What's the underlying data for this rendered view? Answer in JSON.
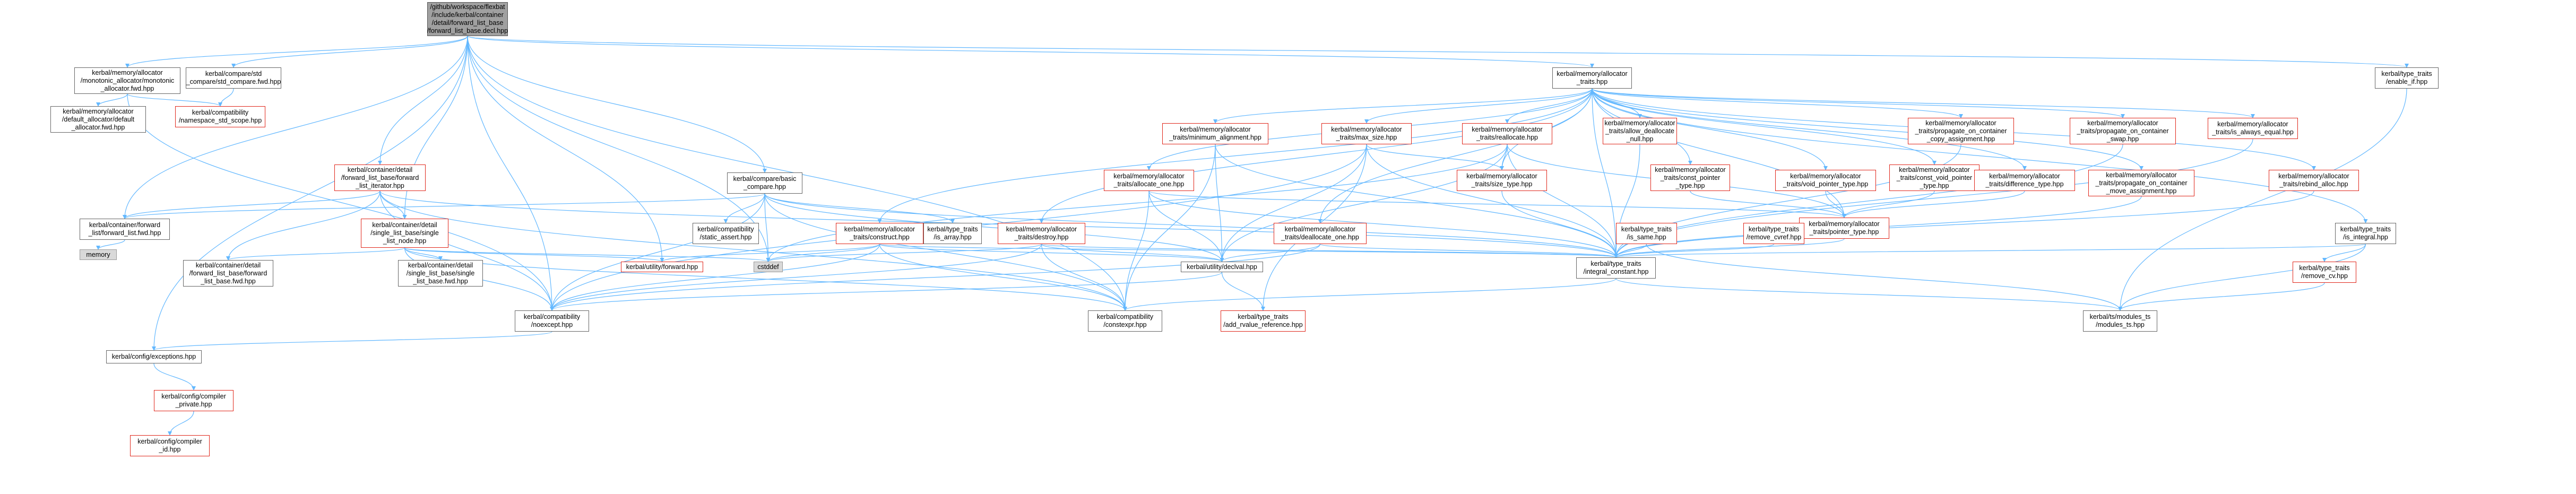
{
  "colors": {
    "edge": "#63b8ff",
    "node_border": "#666666",
    "node_border_red": "#e0271b",
    "node_fill_grey": "#d9d9d9",
    "node_fill_root": "#a0a0a0"
  },
  "graph": {
    "nodes": [
      {
        "id": "root",
        "label": "/github/workspace/flexbat\n/include/kerbal/container\n/detail/forward_list_base\n/forward_list_base.decl.hpp",
        "style": "root"
      },
      {
        "id": "mono_fwd",
        "label": "kerbal/memory/allocator\n/monotonic_allocator/monotonic\n_allocator.fwd.hpp",
        "style": "normal"
      },
      {
        "id": "std_compare",
        "label": "kerbal/compare/std\n_compare/std_compare.fwd.hpp",
        "style": "normal"
      },
      {
        "id": "def_alloc",
        "label": "kerbal/memory/allocator\n/default_allocator/default\n_allocator.fwd.hpp",
        "style": "normal"
      },
      {
        "id": "ns_std_scope",
        "label": "kerbal/compatibility\n/namespace_std_scope.hpp",
        "style": "red"
      },
      {
        "id": "fl_iter",
        "label": "kerbal/container/detail\n/forward_list_base/forward\n_list_iterator.hpp",
        "style": "red"
      },
      {
        "id": "basic_compare",
        "label": "kerbal/compare/basic\n_compare.hpp",
        "style": "normal"
      },
      {
        "id": "alloc_traits",
        "label": "kerbal/memory/allocator\n_traits.hpp",
        "style": "normal"
      },
      {
        "id": "enable_if",
        "label": "kerbal/type_traits\n/enable_if.hpp",
        "style": "normal"
      },
      {
        "id": "min_align",
        "label": "kerbal/memory/allocator\n_traits/minimum_alignment.hpp",
        "style": "red"
      },
      {
        "id": "max_size",
        "label": "kerbal/memory/allocator\n_traits/max_size.hpp",
        "style": "red"
      },
      {
        "id": "reallocate",
        "label": "kerbal/memory/allocator\n_traits/reallocate.hpp",
        "style": "red"
      },
      {
        "id": "allow_dealloc_null",
        "label": "kerbal/memory/allocator\n_traits/allow_deallocate\n_null.hpp",
        "style": "red"
      },
      {
        "id": "prop_copy",
        "label": "kerbal/memory/allocator\n_traits/propagate_on_container\n_copy_assignment.hpp",
        "style": "red"
      },
      {
        "id": "prop_swap",
        "label": "kerbal/memory/allocator\n_traits/propagate_on_container\n_swap.hpp",
        "style": "red"
      },
      {
        "id": "is_always_equal",
        "label": "kerbal/memory/allocator\n_traits/is_always_equal.hpp",
        "style": "red"
      },
      {
        "id": "alloc_one",
        "label": "kerbal/memory/allocator\n_traits/allocate_one.hpp",
        "style": "red"
      },
      {
        "id": "size_type",
        "label": "kerbal/memory/allocator\n_traits/size_type.hpp",
        "style": "red"
      },
      {
        "id": "const_ptr",
        "label": "kerbal/memory/allocator\n_traits/const_pointer\n_type.hpp",
        "style": "red"
      },
      {
        "id": "void_ptr",
        "label": "kerbal/memory/allocator\n_traits/void_pointer_type.hpp",
        "style": "red"
      },
      {
        "id": "const_void_ptr",
        "label": "kerbal/memory/allocator\n_traits/const_void_pointer\n_type.hpp",
        "style": "red"
      },
      {
        "id": "prop_move",
        "label": "kerbal/memory/allocator\n_traits/propagate_on_container\n_move_assignment.hpp",
        "style": "red"
      },
      {
        "id": "rebind_alloc",
        "label": "kerbal/memory/allocator\n_traits/rebind_alloc.hpp",
        "style": "red"
      },
      {
        "id": "diff_type",
        "label": "kerbal/memory/allocator\n_traits/difference_type.hpp",
        "style": "red"
      },
      {
        "id": "ptr_type",
        "label": "kerbal/memory/allocator\n_traits/pointer_type.hpp",
        "style": "red"
      },
      {
        "id": "fl_fwd",
        "label": "kerbal/container/forward\n_list/forward_list.fwd.hpp",
        "style": "normal"
      },
      {
        "id": "memory",
        "label": "memory",
        "style": "grey"
      },
      {
        "id": "static_assert",
        "label": "kerbal/compatibility\n/static_assert.hpp",
        "style": "normal"
      },
      {
        "id": "is_array",
        "label": "kerbal/type_traits\n/is_array.hpp",
        "style": "normal"
      },
      {
        "id": "sl_node",
        "label": "kerbal/container/detail\n/single_list_base/single\n_list_node.hpp",
        "style": "red"
      },
      {
        "id": "construct",
        "label": "kerbal/memory/allocator\n_traits/construct.hpp",
        "style": "red"
      },
      {
        "id": "destroy",
        "label": "kerbal/memory/allocator\n_traits/destroy.hpp",
        "style": "red"
      },
      {
        "id": "dealloc_one",
        "label": "kerbal/memory/allocator\n_traits/deallocate_one.hpp",
        "style": "red"
      },
      {
        "id": "is_same",
        "label": "kerbal/type_traits\n/is_same.hpp",
        "style": "red"
      },
      {
        "id": "remove_cvref",
        "label": "kerbal/type_traits\n/remove_cvref.hpp",
        "style": "red"
      },
      {
        "id": "is_integral",
        "label": "kerbal/type_traits\n/is_integral.hpp",
        "style": "normal"
      },
      {
        "id": "fl_base_fwd",
        "label": "kerbal/container/detail\n/forward_list_base/forward\n_list_base.fwd.hpp",
        "style": "normal"
      },
      {
        "id": "sl_base_fwd",
        "label": "kerbal/container/detail\n/single_list_base/single\n_list_base.fwd.hpp",
        "style": "normal"
      },
      {
        "id": "utility_forward",
        "label": "kerbal/utility/forward.hpp",
        "style": "red"
      },
      {
        "id": "cstddef",
        "label": "cstddef",
        "style": "grey"
      },
      {
        "id": "declval",
        "label": "kerbal/utility/declval.hpp",
        "style": "normal"
      },
      {
        "id": "integral_constant",
        "label": "kerbal/type_traits\n/integral_constant.hpp",
        "style": "normal"
      },
      {
        "id": "remove_cv",
        "label": "kerbal/type_traits\n/remove_cv.hpp",
        "style": "red"
      },
      {
        "id": "noexcept",
        "label": "kerbal/compatibility\n/noexcept.hpp",
        "style": "normal"
      },
      {
        "id": "constexpr",
        "label": "kerbal/compatibility\n/constexpr.hpp",
        "style": "normal"
      },
      {
        "id": "add_rvalue_ref",
        "label": "kerbal/type_traits\n/add_rvalue_reference.hpp",
        "style": "red"
      },
      {
        "id": "modules_ts",
        "label": "kerbal/ts/modules_ts\n/modules_ts.hpp",
        "style": "normal"
      },
      {
        "id": "exceptions",
        "label": "kerbal/config/exceptions.hpp",
        "style": "normal"
      },
      {
        "id": "compiler_private",
        "label": "kerbal/config/compiler\n_private.hpp",
        "style": "red"
      },
      {
        "id": "compiler_id",
        "label": "kerbal/config/compiler\n_id.hpp",
        "style": "red"
      }
    ],
    "edges": [
      [
        "root",
        "mono_fwd"
      ],
      [
        "root",
        "std_compare"
      ],
      [
        "root",
        "fl_iter"
      ],
      [
        "root",
        "basic_compare"
      ],
      [
        "root",
        "alloc_traits"
      ],
      [
        "root",
        "enable_if"
      ],
      [
        "root",
        "fl_fwd"
      ],
      [
        "root",
        "sl_node"
      ],
      [
        "root",
        "noexcept"
      ],
      [
        "root",
        "constexpr"
      ],
      [
        "root",
        "exceptions"
      ],
      [
        "root",
        "cstddef"
      ],
      [
        "root",
        "utility_forward"
      ],
      [
        "mono_fwd",
        "def_alloc"
      ],
      [
        "mono_fwd",
        "ns_std_scope"
      ],
      [
        "mono_fwd",
        "noexcept"
      ],
      [
        "std_compare",
        "ns_std_scope"
      ],
      [
        "fl_iter",
        "fl_fwd"
      ],
      [
        "fl_iter",
        "fl_base_fwd"
      ],
      [
        "fl_iter",
        "sl_node"
      ],
      [
        "fl_iter",
        "noexcept"
      ],
      [
        "fl_iter",
        "constexpr"
      ],
      [
        "fl_iter",
        "integral_constant"
      ],
      [
        "basic_compare",
        "static_assert"
      ],
      [
        "basic_compare",
        "is_array"
      ],
      [
        "basic_compare",
        "cstddef"
      ],
      [
        "basic_compare",
        "declval"
      ],
      [
        "basic_compare",
        "integral_constant"
      ],
      [
        "basic_compare",
        "noexcept"
      ],
      [
        "basic_compare",
        "constexpr"
      ],
      [
        "basic_compare",
        "fl_fwd"
      ],
      [
        "alloc_traits",
        "min_align"
      ],
      [
        "alloc_traits",
        "max_size"
      ],
      [
        "alloc_traits",
        "reallocate"
      ],
      [
        "alloc_traits",
        "allow_dealloc_null"
      ],
      [
        "alloc_traits",
        "prop_copy"
      ],
      [
        "alloc_traits",
        "prop_swap"
      ],
      [
        "alloc_traits",
        "is_always_equal"
      ],
      [
        "alloc_traits",
        "alloc_one"
      ],
      [
        "alloc_traits",
        "size_type"
      ],
      [
        "alloc_traits",
        "const_ptr"
      ],
      [
        "alloc_traits",
        "void_ptr"
      ],
      [
        "alloc_traits",
        "const_void_ptr"
      ],
      [
        "alloc_traits",
        "prop_move"
      ],
      [
        "alloc_traits",
        "rebind_alloc"
      ],
      [
        "alloc_traits",
        "diff_type"
      ],
      [
        "alloc_traits",
        "ptr_type"
      ],
      [
        "alloc_traits",
        "construct"
      ],
      [
        "alloc_traits",
        "destroy"
      ],
      [
        "alloc_traits",
        "dealloc_one"
      ],
      [
        "alloc_traits",
        "is_integral"
      ],
      [
        "alloc_traits",
        "integral_constant"
      ],
      [
        "min_align",
        "declval"
      ],
      [
        "min_align",
        "integral_constant"
      ],
      [
        "min_align",
        "constexpr"
      ],
      [
        "max_size",
        "size_type"
      ],
      [
        "max_size",
        "declval"
      ],
      [
        "max_size",
        "noexcept"
      ],
      [
        "max_size",
        "add_rvalue_ref"
      ],
      [
        "max_size",
        "integral_constant"
      ],
      [
        "reallocate",
        "size_type"
      ],
      [
        "reallocate",
        "declval"
      ],
      [
        "reallocate",
        "integral_constant"
      ],
      [
        "reallocate",
        "ptr_type"
      ],
      [
        "reallocate",
        "cstddef"
      ],
      [
        "allow_dealloc_null",
        "integral_constant"
      ],
      [
        "prop_copy",
        "integral_constant"
      ],
      [
        "prop_swap",
        "integral_constant"
      ],
      [
        "is_always_equal",
        "integral_constant"
      ],
      [
        "alloc_one",
        "ptr_type"
      ],
      [
        "alloc_one",
        "declval"
      ],
      [
        "alloc_one",
        "constexpr"
      ],
      [
        "alloc_one",
        "integral_constant"
      ],
      [
        "size_type",
        "integral_constant"
      ],
      [
        "const_ptr",
        "ptr_type"
      ],
      [
        "void_ptr",
        "ptr_type"
      ],
      [
        "const_void_ptr",
        "ptr_type"
      ],
      [
        "diff_type",
        "ptr_type"
      ],
      [
        "prop_move",
        "integral_constant"
      ],
      [
        "rebind_alloc",
        "integral_constant"
      ],
      [
        "ptr_type",
        "integral_constant"
      ],
      [
        "fl_fwd",
        "memory"
      ],
      [
        "sl_node",
        "fl_base_fwd"
      ],
      [
        "sl_node",
        "sl_base_fwd"
      ],
      [
        "sl_node",
        "utility_forward"
      ],
      [
        "sl_node",
        "cstddef"
      ],
      [
        "sl_node",
        "noexcept"
      ],
      [
        "sl_node",
        "constexpr"
      ],
      [
        "construct",
        "utility_forward"
      ],
      [
        "construct",
        "cstddef"
      ],
      [
        "construct",
        "declval"
      ],
      [
        "construct",
        "noexcept"
      ],
      [
        "construct",
        "constexpr"
      ],
      [
        "construct",
        "integral_constant"
      ],
      [
        "destroy",
        "noexcept"
      ],
      [
        "destroy",
        "declval"
      ],
      [
        "destroy",
        "constexpr"
      ],
      [
        "destroy",
        "integral_constant"
      ],
      [
        "destroy",
        "cstddef"
      ],
      [
        "dealloc_one",
        "declval"
      ],
      [
        "dealloc_one",
        "noexcept"
      ],
      [
        "dealloc_one",
        "integral_constant"
      ],
      [
        "is_same",
        "integral_constant"
      ],
      [
        "is_same",
        "modules_ts"
      ],
      [
        "remove_cvref",
        "integral_constant"
      ],
      [
        "is_integral",
        "integral_constant"
      ],
      [
        "is_integral",
        "remove_cv"
      ],
      [
        "is_integral",
        "modules_ts"
      ],
      [
        "enable_if",
        "modules_ts"
      ],
      [
        "remove_cv",
        "modules_ts"
      ],
      [
        "declval",
        "add_rvalue_ref"
      ],
      [
        "declval",
        "noexcept"
      ],
      [
        "integral_constant",
        "constexpr"
      ],
      [
        "integral_constant",
        "modules_ts"
      ],
      [
        "noexcept",
        "exceptions"
      ],
      [
        "exceptions",
        "compiler_private"
      ],
      [
        "compiler_private",
        "compiler_id"
      ]
    ]
  }
}
